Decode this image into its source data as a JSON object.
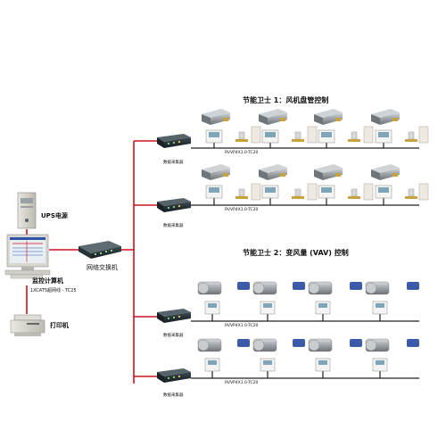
{
  "diagram": {
    "section1_title": "节能卫士 1：风机盘管控制",
    "section2_title": "节能卫士 2：变风量 (VAV) 控制",
    "ups_label": "UPS电源",
    "computer_label": "监控计算机",
    "cable_label": "1XCAT5超网线 - TC25",
    "printer_label": "打印机",
    "switch_label": "网络交换机",
    "collector_label": "数据采集器",
    "bus_label": "RVVP4X1.0-TC20"
  },
  "colors": {
    "network_line": "#c8141e",
    "bus_line": "#222222",
    "device_dark": "#1e2a30"
  }
}
